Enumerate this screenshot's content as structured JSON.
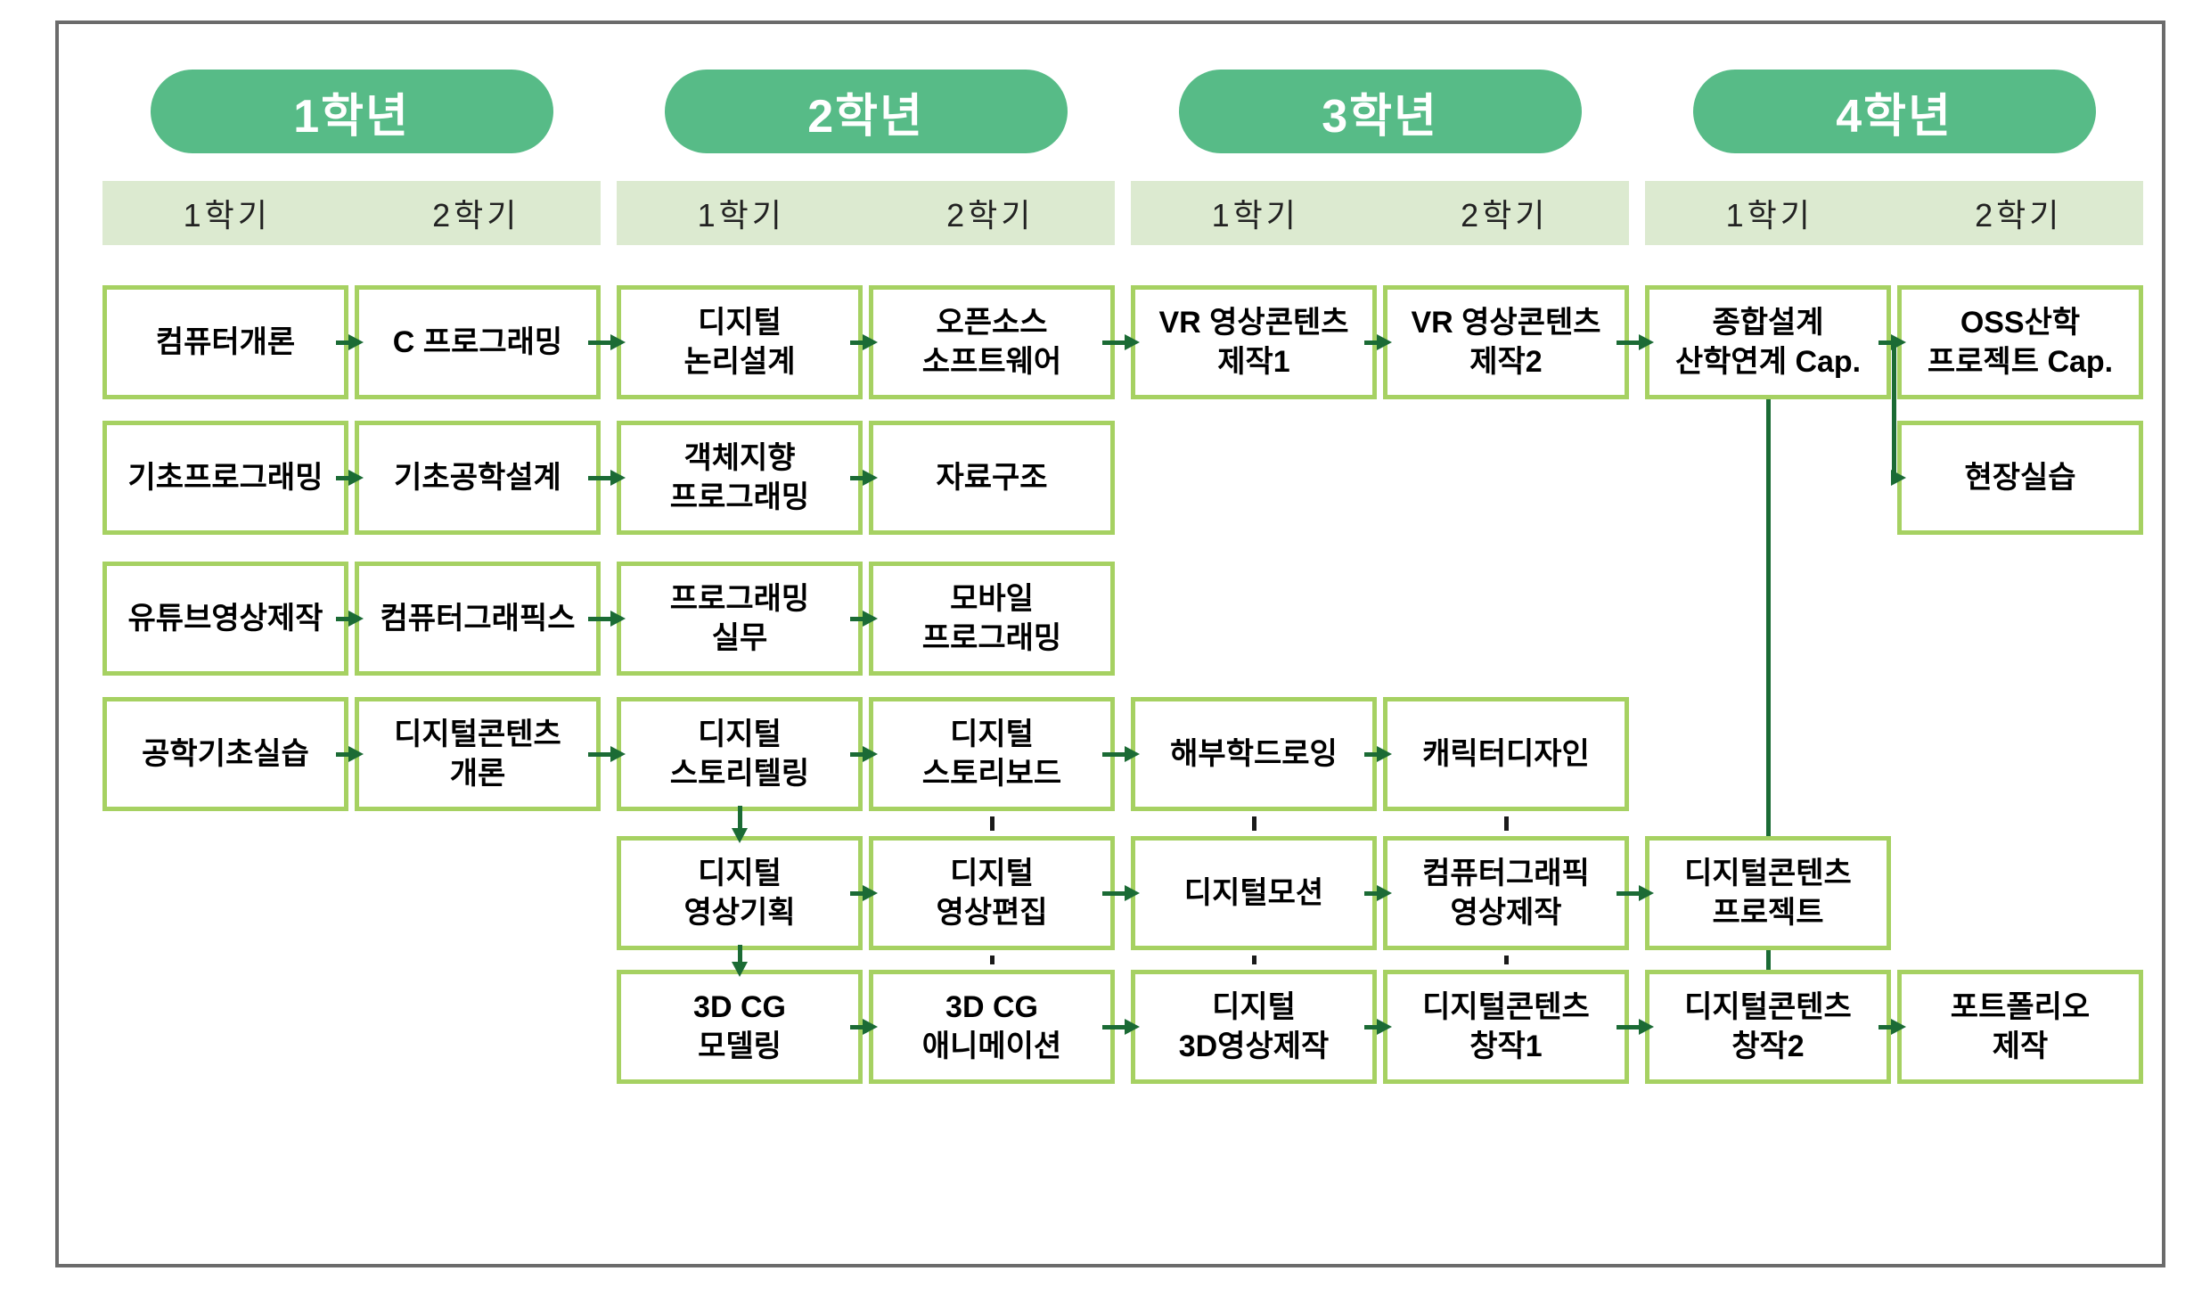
{
  "colors": {
    "year_pill_green": "#57bb87",
    "semester_bar_green": "#dcead0",
    "course_border_green": "#a6d162",
    "arrow_dark_green": "#1b6b35",
    "dash_black": "#1a1a1a",
    "frame_gray": "#6b6b6b"
  },
  "years": [
    {
      "label": "1학년",
      "semesters": [
        "1학기",
        "2학기"
      ]
    },
    {
      "label": "2학년",
      "semesters": [
        "1학기",
        "2학기"
      ]
    },
    {
      "label": "3학년",
      "semesters": [
        "1학기",
        "2학기"
      ]
    },
    {
      "label": "4학년",
      "semesters": [
        "1학기",
        "2학기"
      ]
    }
  ],
  "nodes": [
    {
      "id": "computer-intro",
      "label": "컴퓨터개론",
      "col": 1,
      "row": 1
    },
    {
      "id": "c-programming",
      "label": "C 프로그래밍",
      "col": 2,
      "row": 1
    },
    {
      "id": "digital-logic-design",
      "label": "디지털\n논리설계",
      "col": 3,
      "row": 1
    },
    {
      "id": "open-source-software",
      "label": "오픈소스\n소프트웨어",
      "col": 4,
      "row": 1
    },
    {
      "id": "vr-video-content-1",
      "label": "VR 영상콘텐츠\n제작1",
      "col": 5,
      "row": 1
    },
    {
      "id": "vr-video-content-2",
      "label": "VR 영상콘텐츠\n제작2",
      "col": 6,
      "row": 1
    },
    {
      "id": "capstone-industry-design",
      "label": "종합설계\n산학연계 Cap.",
      "col": 7,
      "row": 1
    },
    {
      "id": "oss-industry-project",
      "label": "OSS산학\n프로젝트 Cap.",
      "col": 8,
      "row": 1
    },
    {
      "id": "basic-programming",
      "label": "기초프로그래밍",
      "col": 1,
      "row": 2
    },
    {
      "id": "basic-engineering-design",
      "label": "기초공학설계",
      "col": 2,
      "row": 2
    },
    {
      "id": "object-oriented-programming",
      "label": "객체지향\n프로그래밍",
      "col": 3,
      "row": 2
    },
    {
      "id": "data-structures",
      "label": "자료구조",
      "col": 4,
      "row": 2
    },
    {
      "id": "field-practice",
      "label": "현장실습",
      "col": 8,
      "row": 2
    },
    {
      "id": "youtube-video-production",
      "label": "유튜브영상제작",
      "col": 1,
      "row": 3
    },
    {
      "id": "computer-graphics",
      "label": "컴퓨터그래픽스",
      "col": 2,
      "row": 3
    },
    {
      "id": "programming-practice",
      "label": "프로그래밍\n실무",
      "col": 3,
      "row": 3
    },
    {
      "id": "mobile-programming",
      "label": "모바일\n프로그래밍",
      "col": 4,
      "row": 3
    },
    {
      "id": "engineering-basic-practice",
      "label": "공학기초실습",
      "col": 1,
      "row": 4
    },
    {
      "id": "digital-contents-intro",
      "label": "디지털콘텐츠\n개론",
      "col": 2,
      "row": 4
    },
    {
      "id": "digital-storytelling",
      "label": "디지털\n스토리텔링",
      "col": 3,
      "row": 4
    },
    {
      "id": "digital-storyboard",
      "label": "디지털\n스토리보드",
      "col": 4,
      "row": 4
    },
    {
      "id": "anatomy-drawing",
      "label": "해부학드로잉",
      "col": 5,
      "row": 4
    },
    {
      "id": "character-design",
      "label": "캐릭터디자인",
      "col": 6,
      "row": 4
    },
    {
      "id": "digital-video-planning",
      "label": "디지털\n영상기획",
      "col": 3,
      "row": 5
    },
    {
      "id": "digital-video-editing",
      "label": "디지털\n영상편집",
      "col": 4,
      "row": 5
    },
    {
      "id": "digital-motion",
      "label": "디지털모션",
      "col": 5,
      "row": 5
    },
    {
      "id": "cg-video-production",
      "label": "컴퓨터그래픽\n영상제작",
      "col": 6,
      "row": 5
    },
    {
      "id": "digital-contents-project",
      "label": "디지털콘텐츠\n프로젝트",
      "col": 7,
      "row": 5
    },
    {
      "id": "cg-modeling-3d",
      "label": "3D CG\n모델링",
      "col": 3,
      "row": 6
    },
    {
      "id": "cg-animation-3d",
      "label": "3D CG\n애니메이션",
      "col": 4,
      "row": 6
    },
    {
      "id": "digital-3d-video",
      "label": "디지털\n3D영상제작",
      "col": 5,
      "row": 6
    },
    {
      "id": "digital-contents-creation-1",
      "label": "디지털콘텐츠\n창작1",
      "col": 6,
      "row": 6
    },
    {
      "id": "digital-contents-creation-2",
      "label": "디지털콘텐츠\n창작2",
      "col": 7,
      "row": 6
    },
    {
      "id": "portfolio-production",
      "label": "포트폴리오\n제작",
      "col": 8,
      "row": 6
    }
  ],
  "edges": [
    {
      "type": "h",
      "row": 1,
      "from": 1,
      "to": 2
    },
    {
      "type": "h",
      "row": 1,
      "from": 2,
      "to": 3
    },
    {
      "type": "h",
      "row": 1,
      "from": 3,
      "to": 4
    },
    {
      "type": "h",
      "row": 1,
      "from": 4,
      "to": 5
    },
    {
      "type": "h",
      "row": 1,
      "from": 5,
      "to": 6
    },
    {
      "type": "h",
      "row": 1,
      "from": 6,
      "to": 7
    },
    {
      "type": "h",
      "row": 1,
      "from": 7,
      "to": 8
    },
    {
      "type": "h",
      "row": 2,
      "from": 1,
      "to": 2
    },
    {
      "type": "h",
      "row": 2,
      "from": 2,
      "to": 3
    },
    {
      "type": "h",
      "row": 2,
      "from": 3,
      "to": 4
    },
    {
      "type": "h",
      "row": 3,
      "from": 1,
      "to": 2
    },
    {
      "type": "h",
      "row": 3,
      "from": 2,
      "to": 3
    },
    {
      "type": "h",
      "row": 3,
      "from": 3,
      "to": 4
    },
    {
      "type": "h",
      "row": 4,
      "from": 1,
      "to": 2
    },
    {
      "type": "h",
      "row": 4,
      "from": 2,
      "to": 3
    },
    {
      "type": "h",
      "row": 4,
      "from": 3,
      "to": 4
    },
    {
      "type": "h",
      "row": 4,
      "from": 4,
      "to": 5
    },
    {
      "type": "h",
      "row": 4,
      "from": 5,
      "to": 6
    },
    {
      "type": "h",
      "row": 5,
      "from": 3,
      "to": 4
    },
    {
      "type": "h",
      "row": 5,
      "from": 4,
      "to": 5
    },
    {
      "type": "h",
      "row": 5,
      "from": 5,
      "to": 6
    },
    {
      "type": "h",
      "row": 5,
      "from": 6,
      "to": 7
    },
    {
      "type": "h",
      "row": 6,
      "from": 3,
      "to": 4
    },
    {
      "type": "h",
      "row": 6,
      "from": 4,
      "to": 5
    },
    {
      "type": "h",
      "row": 6,
      "from": 5,
      "to": 6
    },
    {
      "type": "h",
      "row": 6,
      "from": 6,
      "to": 7
    },
    {
      "type": "h",
      "row": 6,
      "from": 7,
      "to": 8
    },
    {
      "type": "varrow",
      "col": 3,
      "from": 4,
      "to": 5
    },
    {
      "type": "varrow",
      "col": 3,
      "from": 5,
      "to": 6
    },
    {
      "type": "vline",
      "col": 7,
      "from": 1,
      "to": 5
    },
    {
      "type": "vline",
      "col": 7,
      "from": 5,
      "to": 6
    },
    {
      "type": "vdash",
      "col": 4,
      "from": 4,
      "to": 5
    },
    {
      "type": "vdash",
      "col": 5,
      "from": 4,
      "to": 5
    },
    {
      "type": "vdash",
      "col": 6,
      "from": 4,
      "to": 5
    },
    {
      "type": "vdash",
      "col": 4,
      "from": 5,
      "to": 6
    },
    {
      "type": "vdash",
      "col": 5,
      "from": 5,
      "to": 6
    },
    {
      "type": "vdash",
      "col": 6,
      "from": 5,
      "to": 6
    },
    {
      "type": "branch",
      "gapAfterCol": 7,
      "fromRow": 1,
      "toRow": 2,
      "toCol": 8
    }
  ]
}
